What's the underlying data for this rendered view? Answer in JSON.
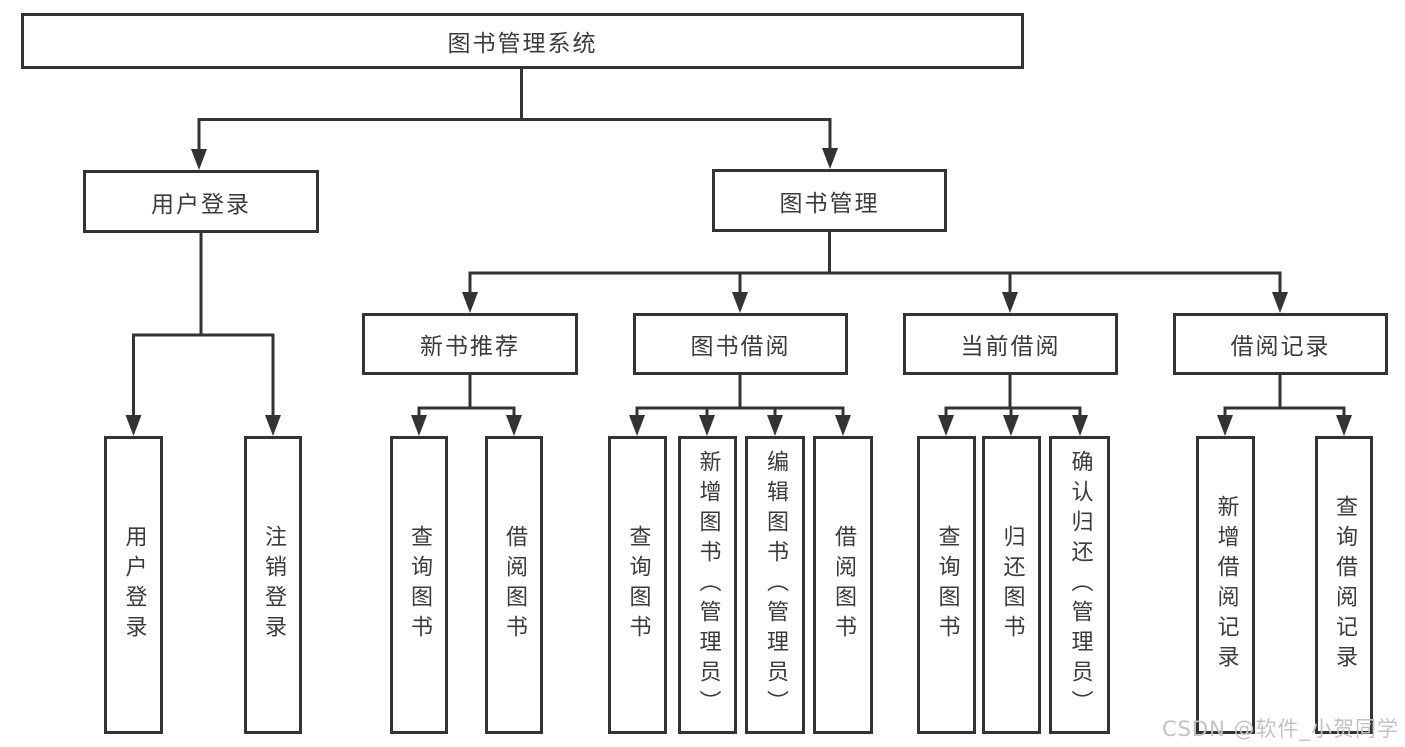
{
  "diagram_title": "图书管理系统",
  "watermark": "CSDN @软件_小贺同学",
  "colors": {
    "line": "#333333",
    "box_border": "#333333",
    "text": "#3b3b3b",
    "watermark": "#c2c2c2",
    "background": "#ffffff"
  },
  "tree": {
    "label": "图书管理系统",
    "children": [
      {
        "label": "用户登录",
        "children": [
          {
            "label": "用户登录"
          },
          {
            "label": "注销登录"
          }
        ]
      },
      {
        "label": "图书管理",
        "children": [
          {
            "label": "新书推荐",
            "children": [
              {
                "label": "查询图书"
              },
              {
                "label": "借阅图书"
              }
            ]
          },
          {
            "label": "图书借阅",
            "children": [
              {
                "label": "查询图书"
              },
              {
                "label": "新增图书（管理员）"
              },
              {
                "label": "编辑图书（管理员）"
              },
              {
                "label": "借阅图书"
              }
            ]
          },
          {
            "label": "当前借阅",
            "children": [
              {
                "label": "查询图书"
              },
              {
                "label": "归还图书"
              },
              {
                "label": "确认归还（管理员）"
              }
            ]
          },
          {
            "label": "借阅记录",
            "children": [
              {
                "label": "新增借阅记录"
              },
              {
                "label": "查询借阅记录"
              }
            ]
          }
        ]
      }
    ]
  }
}
